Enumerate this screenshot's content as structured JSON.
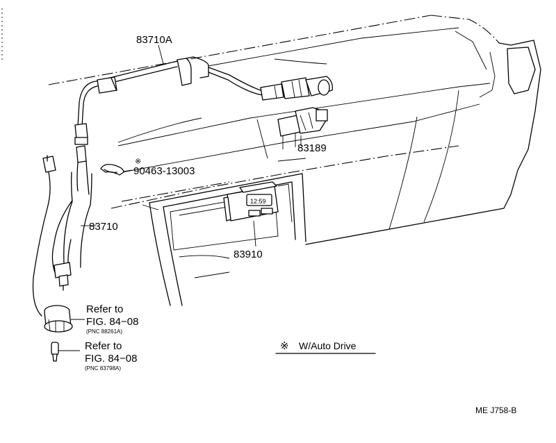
{
  "labels": {
    "cable_assy": "83710A",
    "sensor": "83189",
    "clamp": "90463-13003",
    "clamp_mark": "※",
    "cable": "83710",
    "clock": "83910",
    "clock_display": "12:59"
  },
  "refs": [
    {
      "title": "Refer to",
      "fig": "FIG. 84−08",
      "pnc": "(PNC 88261A)"
    },
    {
      "title": "Refer to",
      "fig": "FIG. 84−08",
      "pnc": "(PNC 83798A)"
    }
  ],
  "legend": {
    "mark": "※",
    "text": "W/Auto Drive"
  },
  "footer_code": "ME J758-B"
}
